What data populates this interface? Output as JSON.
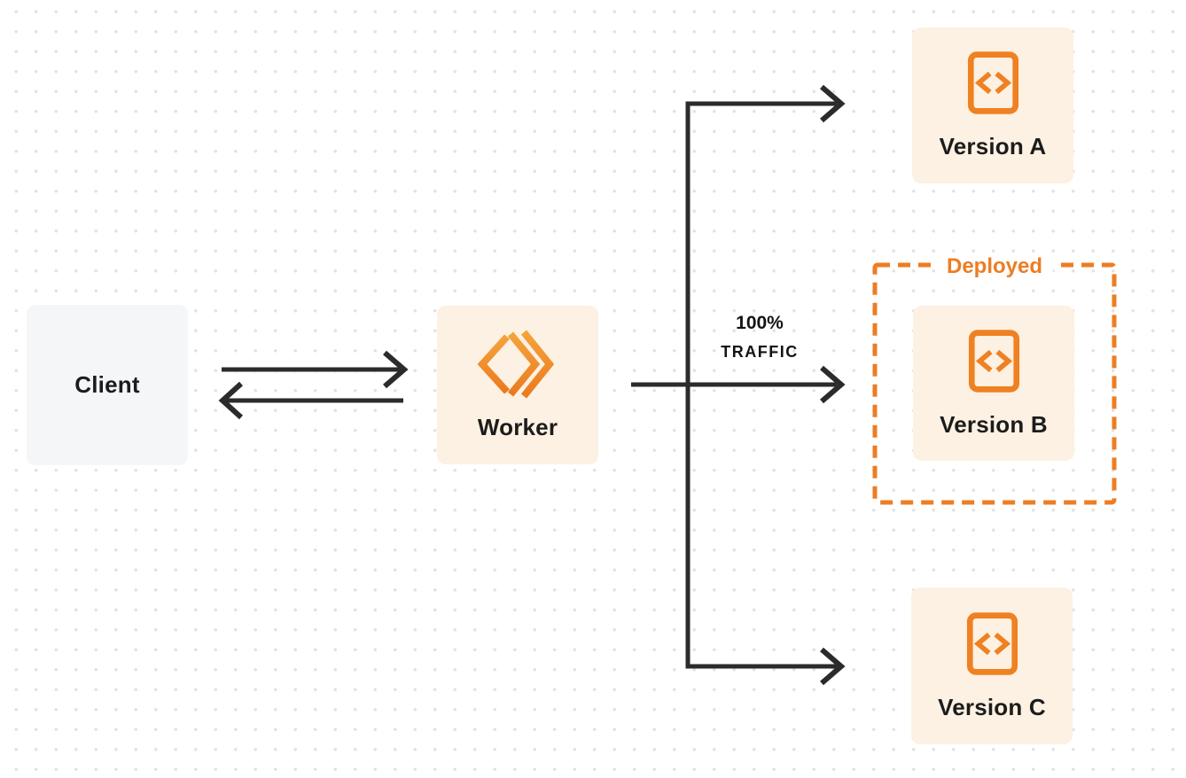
{
  "diagram": {
    "client": {
      "label": "Client"
    },
    "worker": {
      "label": "Worker"
    },
    "traffic": {
      "line1": "100%",
      "line2": "TRAFFIC"
    },
    "deployed_label": "Deployed",
    "versions": [
      {
        "id": "version-a",
        "label": "Version A",
        "deployed": false
      },
      {
        "id": "version-b",
        "label": "Version B",
        "deployed": true
      },
      {
        "id": "version-c",
        "label": "Version C",
        "deployed": false
      }
    ],
    "icons": {
      "worker": "workers-chevron-icon",
      "versions": "code-file-icon"
    },
    "colors": {
      "accent_orange": "#EF8122",
      "deployed_orange": "#ED7D22",
      "worker_gradient_top": "#F5A33C",
      "worker_gradient_bottom": "#EB7A1E",
      "box_cream": "#FCF1E2",
      "box_gray": "#F5F6F8",
      "arrow_dark": "#2B2B2B",
      "text_dark": "#1C1C1C",
      "dot_gray": "#E2E2E2",
      "canvas_bg": "#FFFFFF"
    }
  }
}
